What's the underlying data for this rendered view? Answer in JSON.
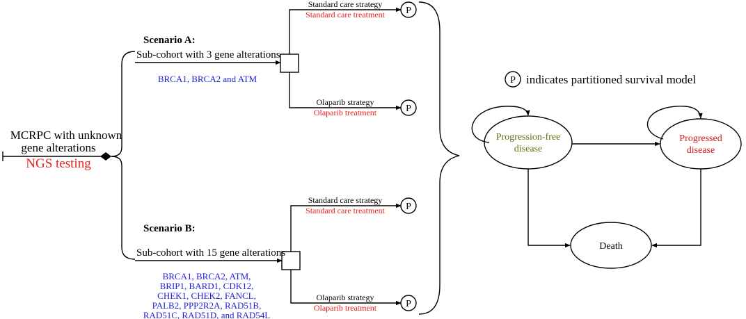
{
  "root": {
    "line1": "MCRPC with unknown",
    "line2": "gene alterations",
    "testing": "NGS testing"
  },
  "scenario_a": {
    "title": "Scenario A:",
    "cohort": "Sub-cohort with 3 gene alterations",
    "genes": [
      "BRCA1, BRCA2 and ATM"
    ],
    "standard_strategy": "Standard care strategy",
    "standard_treatment": "Standard care treatment",
    "olaparib_strategy": "Olaparib strategy",
    "olaparib_treatment": "Olaparib treatment"
  },
  "scenario_b": {
    "title": "Scenario B:",
    "cohort": "Sub-cohort with 15 gene alterations",
    "genes": [
      "BRCA1, BRCA2, ATM,",
      "BRIP1, BARD1, CDK12,",
      "CHEK1, CHEK2, FANCL,",
      "PALB2, PPP2R2A, RAD51B,",
      "RAD51C, RAD51D, and RAD54L"
    ],
    "standard_strategy": "Standard care strategy",
    "standard_treatment": "Standard care treatment",
    "olaparib_strategy": "Olaparib strategy",
    "olaparib_treatment": "Olaparib treatment"
  },
  "terminal_symbol": "P",
  "legend": {
    "symbol": "P",
    "text": "indicates partitioned survival model"
  },
  "states": {
    "progression_free": [
      "Progression-free",
      "disease"
    ],
    "progressed": [
      "Progressed",
      "disease"
    ],
    "death": "Death"
  },
  "colors": {
    "line": "#000000",
    "red": "#e8201e",
    "blue": "#1f1fd6",
    "olive": "#6b6b14",
    "state_red": "#d01818"
  }
}
